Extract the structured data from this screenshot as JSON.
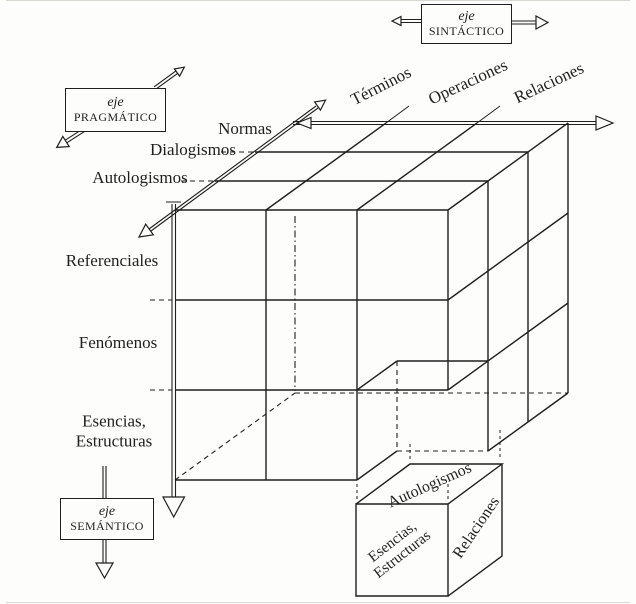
{
  "colors": {
    "ink": "#1f1f1f",
    "paper": "#fdfdfb"
  },
  "axis_boxes": {
    "sintactico": {
      "prefix": "eje",
      "name": "SINTÁCTICO"
    },
    "pragmatico": {
      "prefix": "eje",
      "name": "PRAGMÁTICO"
    },
    "semantico": {
      "prefix": "eje",
      "name": "SEMÁNTICO"
    }
  },
  "syntactic_axis_labels": {
    "terminos": "Términos",
    "operaciones": "Operaciones",
    "relaciones": "Relaciones"
  },
  "pragmatic_axis_labels": {
    "normas": "Normas",
    "dialogismos": "Dialogismos",
    "autologismos": "Autologismos"
  },
  "semantic_axis_labels": {
    "referenciales": "Referenciales",
    "fenomenos": "Fenómenos",
    "esencias": "Esencias,",
    "estructuras": "Estructuras"
  },
  "extracted_cube_labels": {
    "top_face": "Autologismos",
    "front_face_line1": "Esencias,",
    "front_face_line2": "Estructuras",
    "right_face": "Relaciones"
  }
}
